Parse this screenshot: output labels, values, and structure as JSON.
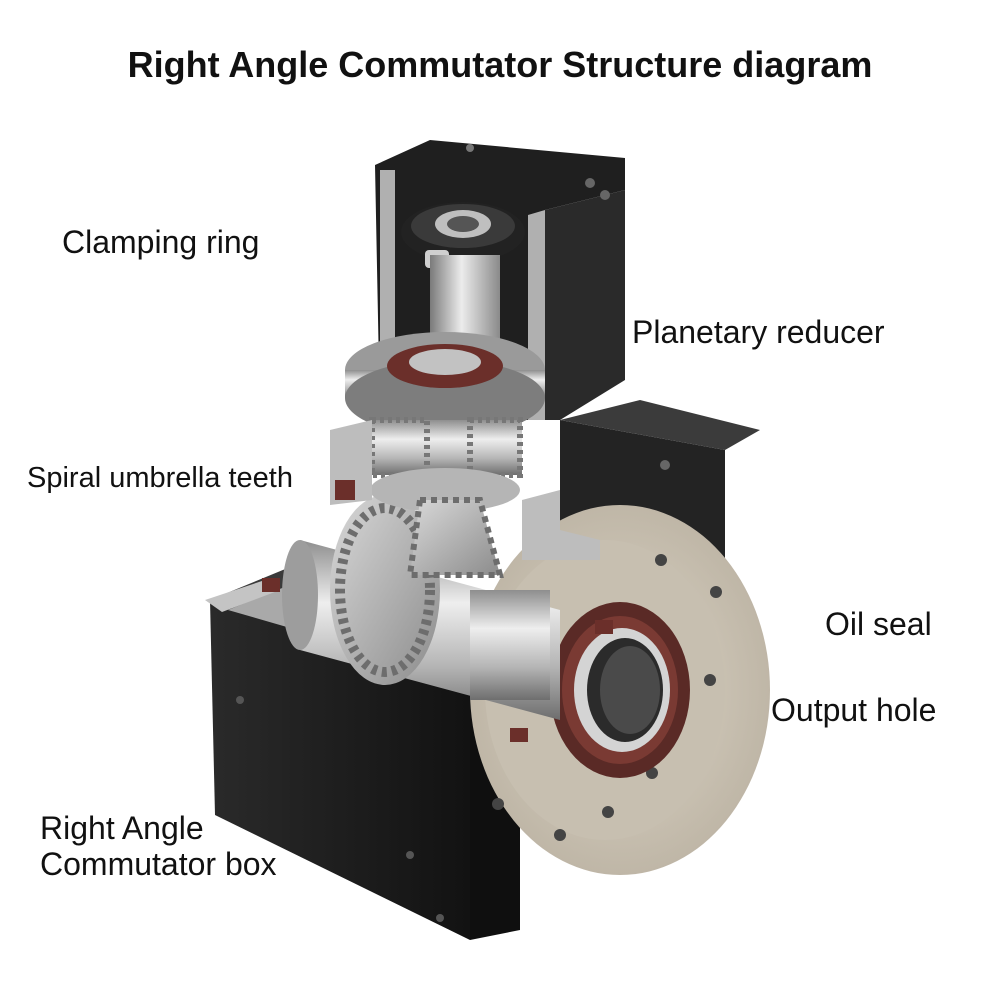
{
  "title": "Right Angle Commutator Structure diagram",
  "labels": {
    "clamping_ring": "Clamping ring",
    "planetary_reducer": "Planetary reducer",
    "spiral_teeth": "Spiral umbrella teeth",
    "oil_seal": "Oil seal",
    "output_hole": "Output hole",
    "box_line1": "Right Angle",
    "box_line2": "Commutator box"
  },
  "colors": {
    "housing": "#1e1e1e",
    "cut_face": "#b9b9b9",
    "steel": "#c8c8c8",
    "flange": "#cfc7b8",
    "seal": "#6b2f2a"
  }
}
